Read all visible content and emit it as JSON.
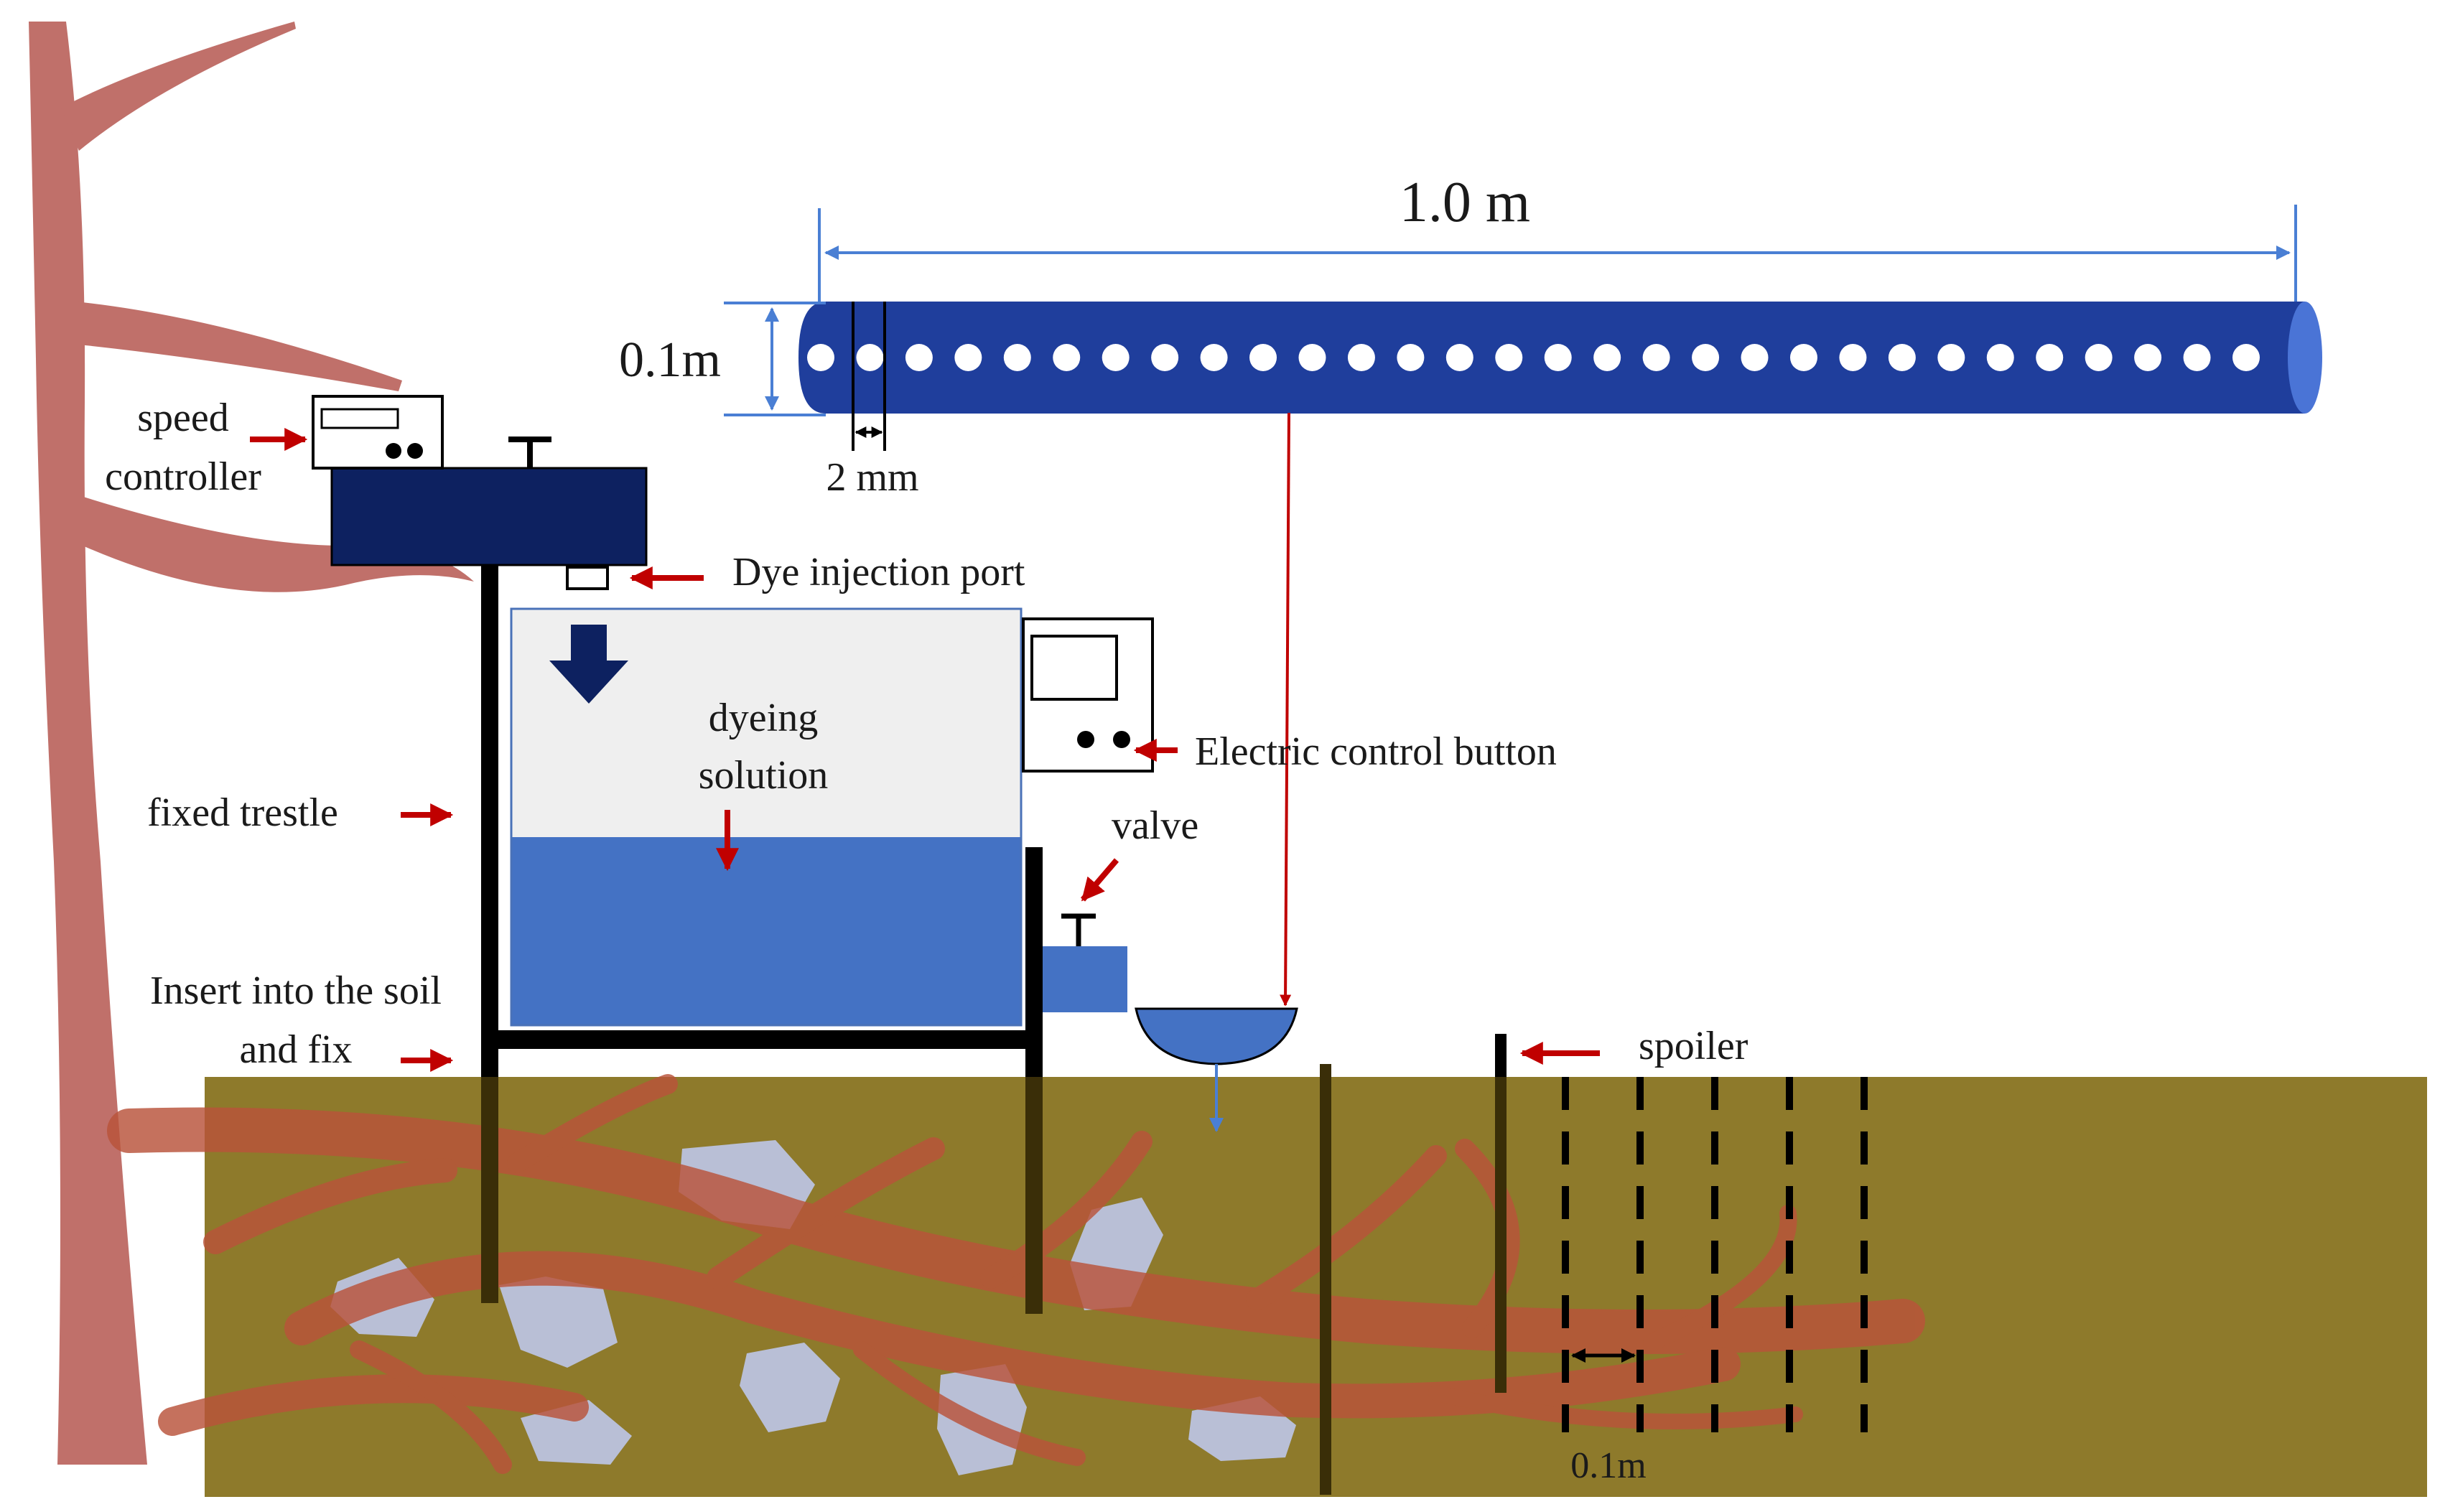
{
  "labels": {
    "length": "1.0  m",
    "diameter": "0.1m",
    "hole_spacing": "2 mm",
    "speed_controller_line1": "speed",
    "speed_controller_line2": "controller",
    "dye_injection_port": "Dye injection port",
    "dyeing_solution_line1": "dyeing",
    "dyeing_solution_line2": "solution",
    "electric_control_button": "Electric control button",
    "fixed_trestle": "fixed trestle",
    "valve": "valve",
    "insert_line1": "Insert into the soil",
    "insert_line2": "and fix",
    "spoiler": "spoiler",
    "spacing": "0.1m"
  },
  "colors": {
    "tree": "#c0706a",
    "root": "#b9533a",
    "soil": "#8e7a2b",
    "rock": "#b9bfd6",
    "pipe": "#1f3e9c",
    "pipe_end": "#4a74d6",
    "water": "#4472c4",
    "tank_top": "#0d2160",
    "dimension_line": "#4a7fd4",
    "pointer": "#c00000",
    "trestle": "#000000"
  },
  "pipe": {
    "hole_count": 30
  },
  "soil_marker_lines": 5
}
